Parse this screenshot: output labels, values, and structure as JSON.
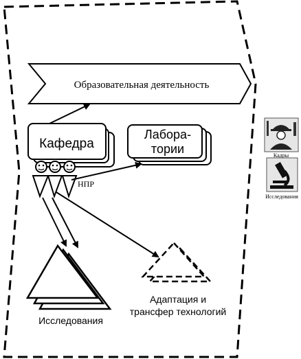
{
  "banner": {
    "label": "Образовательная деятельность"
  },
  "kafedra": {
    "label": "Кафедра"
  },
  "labs": {
    "line1": "Лабора-",
    "line2": "тории"
  },
  "npr": {
    "label": "НПР"
  },
  "research": {
    "label": "Исследования"
  },
  "adaptation": {
    "line1": "Адаптация и",
    "line2": "трансфер технологий"
  },
  "legend": {
    "staff": {
      "label": "Кадры",
      "icon": "worker-icon"
    },
    "research": {
      "label": "Исследования",
      "icon": "microscope-icon"
    }
  }
}
